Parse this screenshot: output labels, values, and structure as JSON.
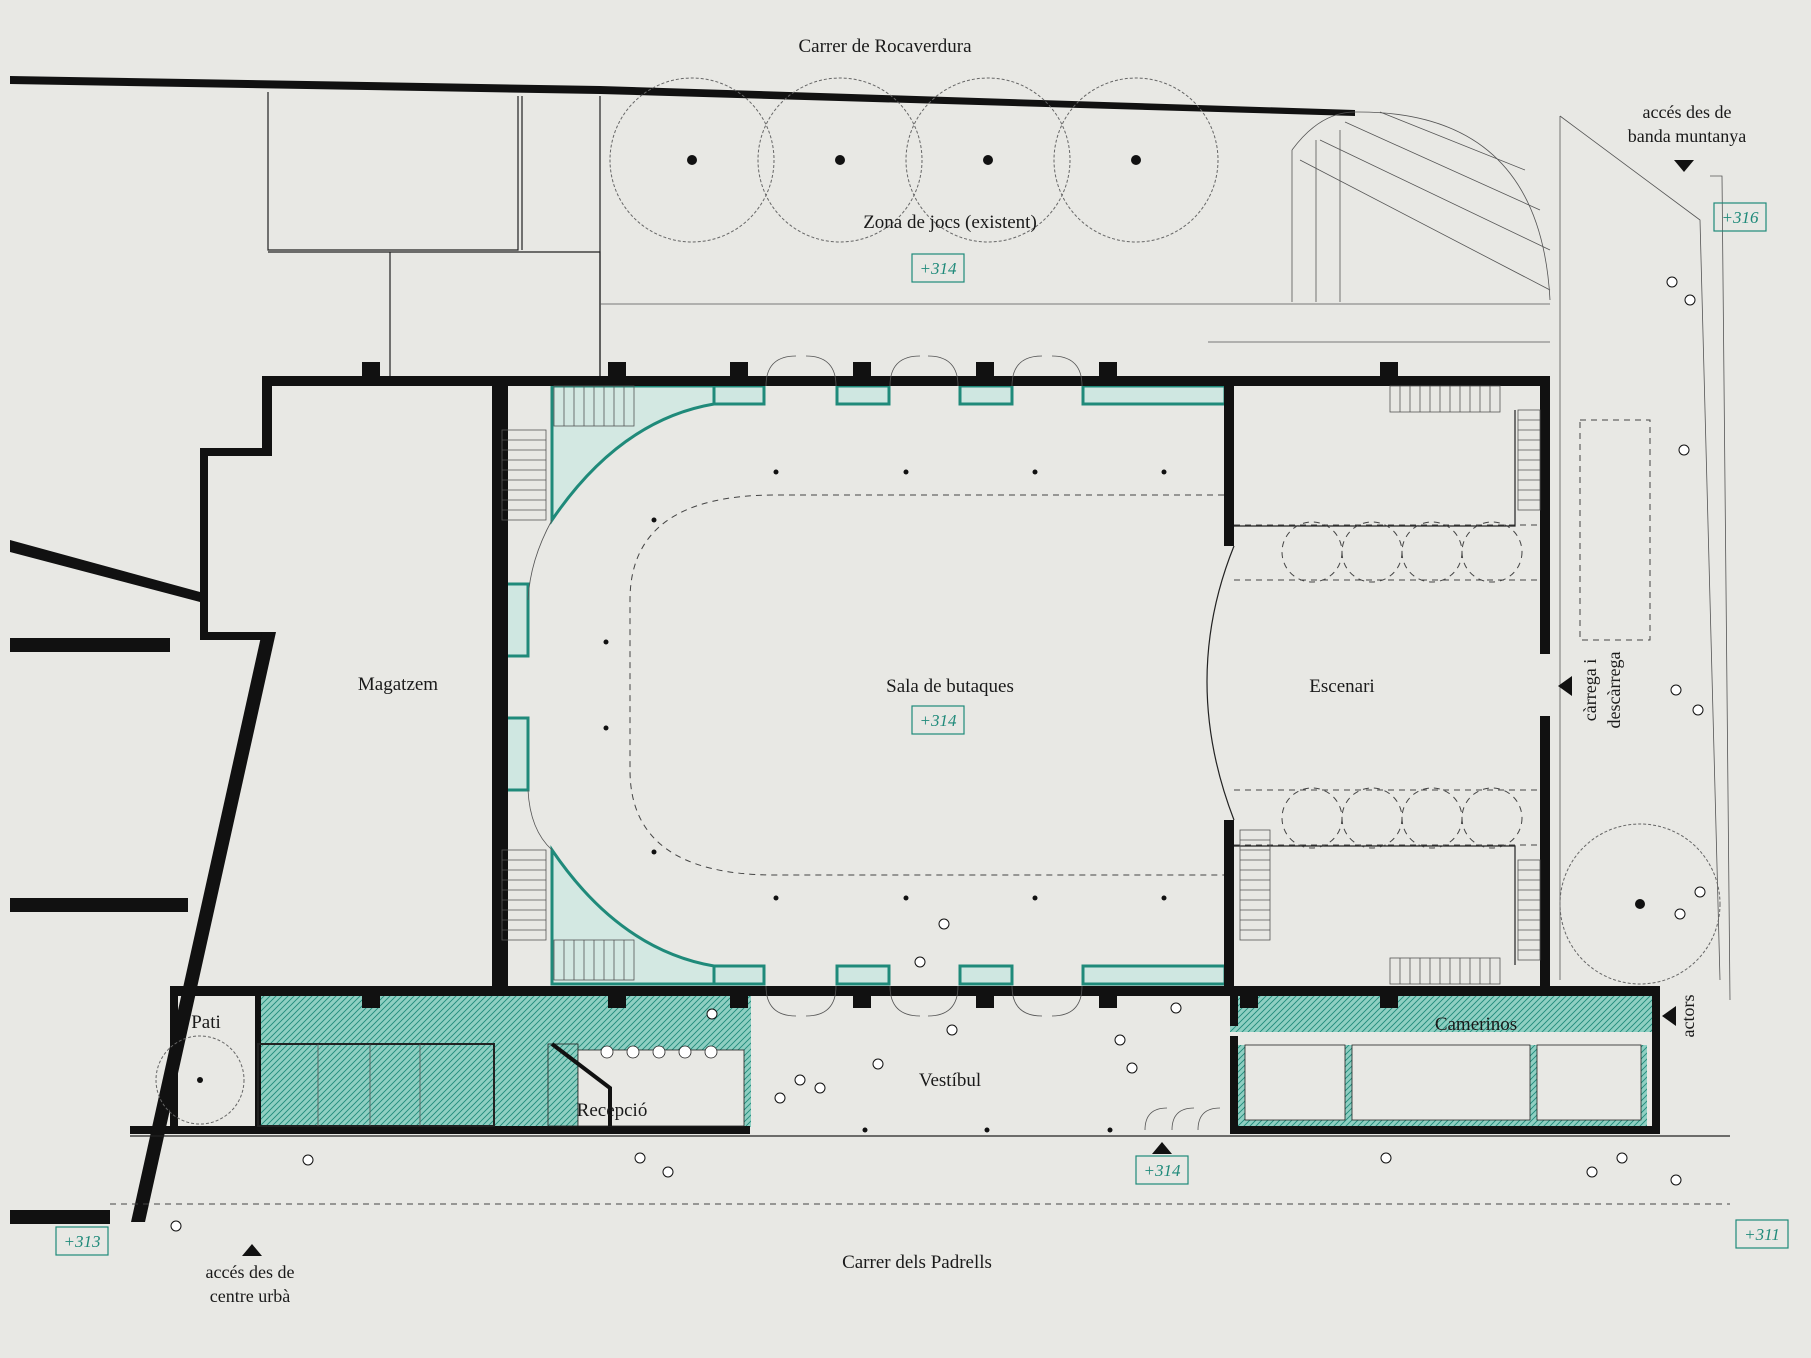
{
  "streets": {
    "north": "Carrer de Rocaverdura",
    "south": "Carrer dels Padrells"
  },
  "rooms": {
    "zona_jocs": "Zona de jocs (existent)",
    "magatzem": "Magatzem",
    "sala": "Sala de butaques",
    "escenari": "Escenari",
    "pati": "Pati",
    "vestibul": "Vestíbul",
    "recepcio": "Recepció",
    "camerinos": "Camerinos"
  },
  "levels": {
    "zona_jocs": "+314",
    "sala": "+314",
    "entrance": "+314",
    "east": "+316",
    "southwest": "+313",
    "southeast": "+311"
  },
  "access": {
    "muntanya_line1": "accés des de",
    "muntanya_line2": "banda muntanya",
    "centre_line1": "accés des de",
    "centre_line2": "centre urbà",
    "carrega_line1": "càrrega i",
    "carrega_line2": "descàrrega",
    "actors": "actors"
  },
  "colors": {
    "background": "#e8e8e4",
    "walls": "#111111",
    "accent": "#1f8a7a",
    "service_fill": "#8fcfc2"
  },
  "icons": {
    "tree": "tree-icon",
    "access": "triangle-icon",
    "person": "person-icon"
  }
}
